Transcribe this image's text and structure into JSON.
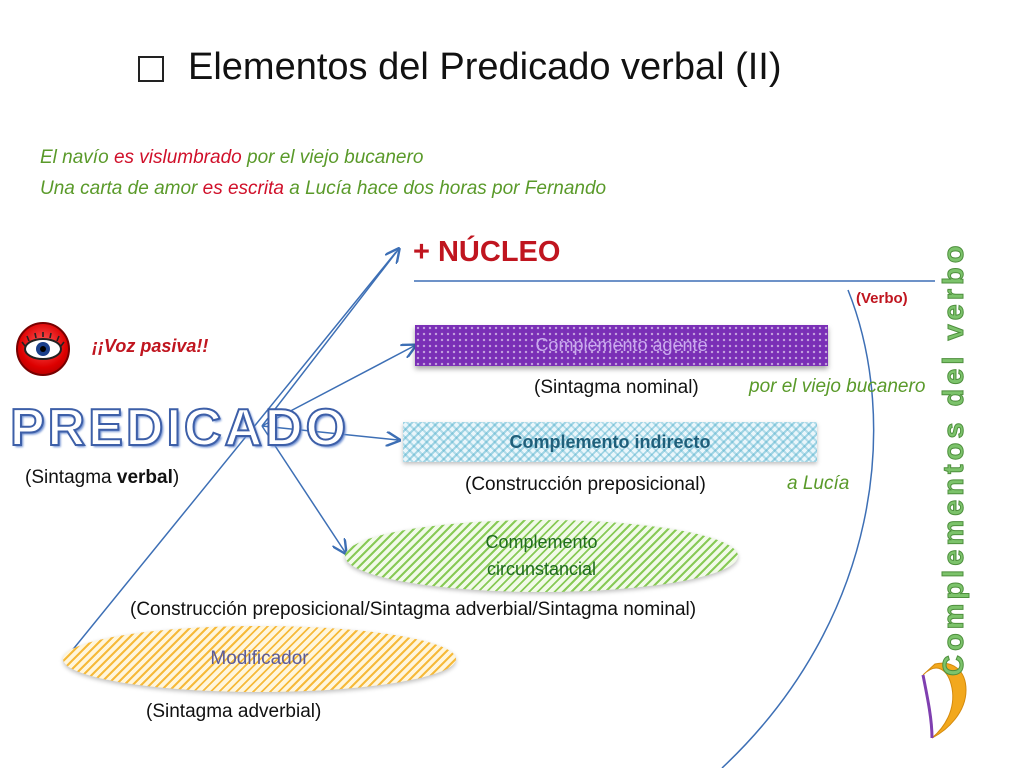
{
  "title": "Elementos del Predicado verbal (II)",
  "examples": [
    [
      {
        "text": "El navío ",
        "hl": false
      },
      {
        "text": "es vislumbrado",
        "hl": true
      },
      {
        "text": " por el viejo bucanero",
        "hl": false
      }
    ],
    [
      {
        "text": "Una carta de amor ",
        "hl": false
      },
      {
        "text": "es escrita",
        "hl": true
      },
      {
        "text": " a Lucía hace dos horas por Fernando",
        "hl": false
      }
    ]
  ],
  "nucleo": "+ NÚCLEO",
  "verbo_tag": "(Verbo)",
  "voz_pasiva": "¡¡Voz pasiva!!",
  "predicado": "PREDICADO",
  "sintagma_verbal": {
    "prefix": "(Sintagma ",
    "bold": "verbal",
    "suffix": ")"
  },
  "complemento_agente": {
    "label": "Complemento agente",
    "type": "(Sintagma nominal)",
    "example": "por el viejo bucanero"
  },
  "complemento_indirecto": {
    "label": "Complemento indirecto",
    "type": "(Construcción preposicional)",
    "example": "a Lucía"
  },
  "complemento_circunstancial": {
    "label": "Complemento circunstancial",
    "type": "(Construcción preposicional/Sintagma adverbial/Sintagma nominal)"
  },
  "modificador": {
    "label": "Modificador",
    "type": "(Sintagma adverbial)"
  },
  "vertical_label": "Complementos del verbo",
  "icons": {
    "eye": "eye-icon",
    "checkbox": "checkbox-bullet-icon",
    "brace": "brace-icon"
  },
  "colors": {
    "accent_red": "#c0151f",
    "green_text": "#5a9a2a",
    "arrow_blue": "#3d6fb5",
    "predicado_outline": "#3d5fa8",
    "vertical_label": "#7cc36b"
  }
}
